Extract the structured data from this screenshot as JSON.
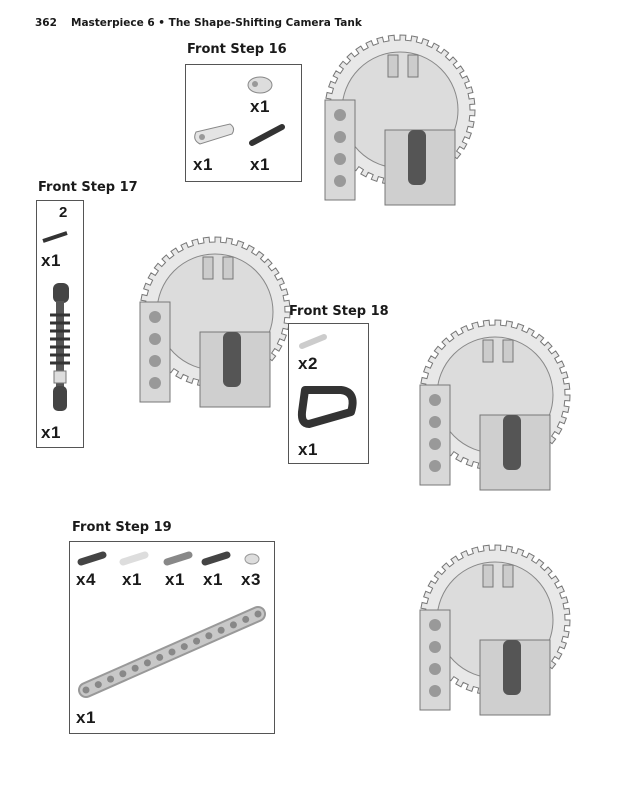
{
  "header": {
    "page_number": "362",
    "title": "Masterpiece 6 • The Shape-Shifting Camera Tank"
  },
  "steps": [
    {
      "label": "Front Step 16",
      "parts": [
        {
          "qty": "x1"
        },
        {
          "qty": "x1"
        },
        {
          "qty": "x1"
        }
      ]
    },
    {
      "label": "Front Step 17",
      "length_label": "2",
      "parts": [
        {
          "qty": "x1"
        },
        {
          "qty": "x1"
        }
      ]
    },
    {
      "label": "Front Step 18",
      "parts": [
        {
          "qty": "x2"
        },
        {
          "qty": "x1"
        }
      ]
    },
    {
      "label": "Front Step 19",
      "parts": [
        {
          "qty": "x4"
        },
        {
          "qty": "x1"
        },
        {
          "qty": "x1"
        },
        {
          "qty": "x1"
        },
        {
          "qty": "x3"
        },
        {
          "qty": "x1"
        }
      ]
    }
  ]
}
